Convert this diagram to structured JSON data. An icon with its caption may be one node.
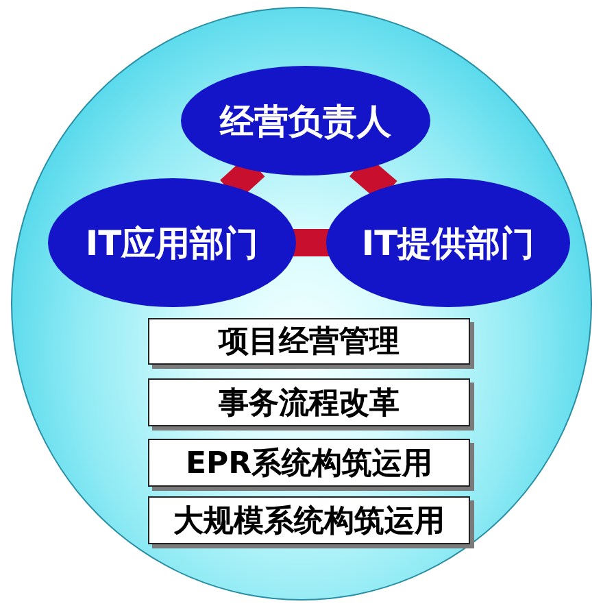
{
  "diagram": {
    "nodes": [
      {
        "text": [],
        "shape": "circle"
      },
      {
        "text": [
          "经营负责人"
        ],
        "in": 0
      },
      {
        "text": [
          "IT应用部门"
        ],
        "in": 0
      },
      {
        "text": [
          "IT提供部门"
        ],
        "in": 0
      },
      {
        "text": [
          "项目经营管理"
        ],
        "in": 0
      },
      {
        "text": [
          "事务流程改革"
        ],
        "in": 0
      },
      {
        "text": [
          "EPR系统构筑运用"
        ],
        "in": 0
      },
      {
        "text": [
          "大规模系统构筑运用"
        ],
        "in": 0
      }
    ],
    "edges": [
      {
        "from": 1,
        "to": 2,
        "arrow": "none"
      },
      {
        "from": 1,
        "to": 3,
        "arrow": "none"
      },
      {
        "from": 2,
        "to": 3,
        "arrow": "none"
      }
    ]
  }
}
